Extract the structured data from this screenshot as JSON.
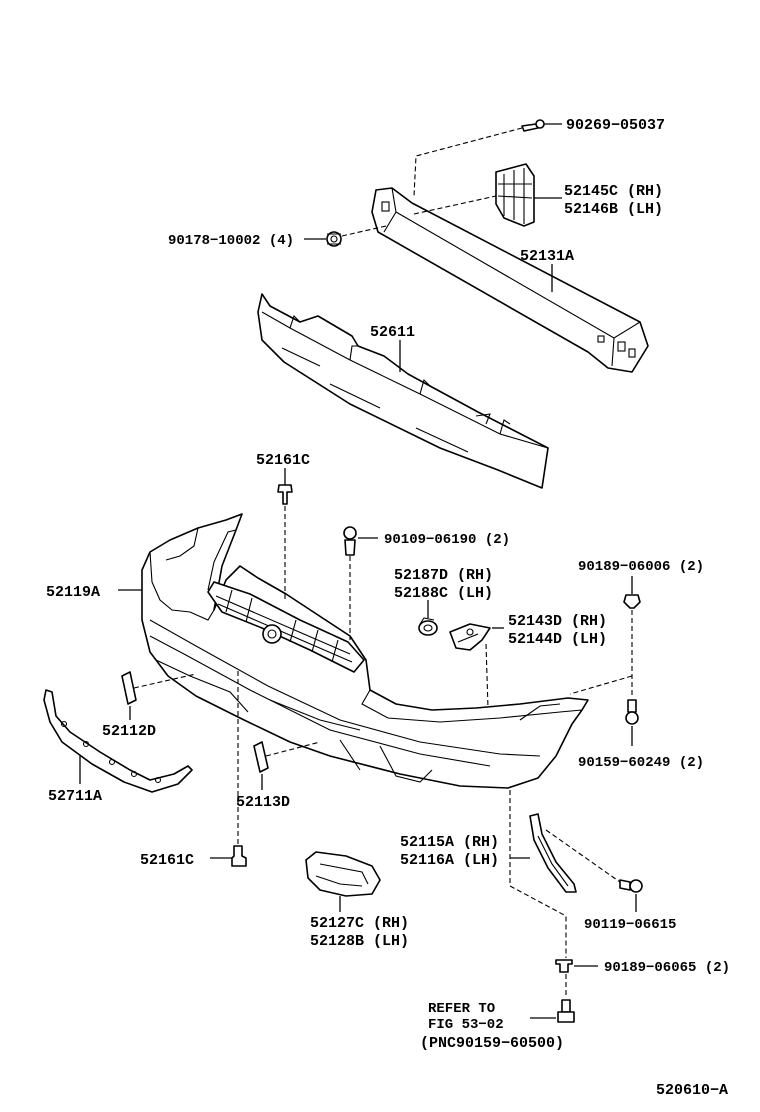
{
  "labels": {
    "bolt_90269": "90269−05037",
    "bracket_rh": "52145C (RH)",
    "bracket_lh": "52146B (LH)",
    "nut_90178": "90178−10002 (4)",
    "reinforcement": "52131A",
    "absorber": "52611",
    "clip_top": "52161C",
    "screw_90109": "90109−06190 (2)",
    "clip_90189_top": "90189−06006 (2)",
    "retainer_rh": "52187D (RH)",
    "retainer_lh": "52188C (LH)",
    "cover": "52119A",
    "support_rh": "52143D (RH)",
    "support_lh": "52144D (LH)",
    "pad_52112": "52112D",
    "bolt_90159": "90159−60249 (2)",
    "molding": "52711A",
    "pad_52113": "52113D",
    "clip_bottom": "52161C",
    "seal_rh": "52115A (RH)",
    "seal_lh": "52116A (LH)",
    "screw_90119": "90119−06615",
    "lamp_cover_rh": "52127C (RH)",
    "lamp_cover_lh": "52128B (LH)",
    "clip_90189_bottom": "90189−06065 (2)",
    "refer_line1": "REFER TO",
    "refer_line2": "FIG 53−02",
    "refer_pnc": "(PNC90159−60500)",
    "figure_id": "520610−A"
  }
}
